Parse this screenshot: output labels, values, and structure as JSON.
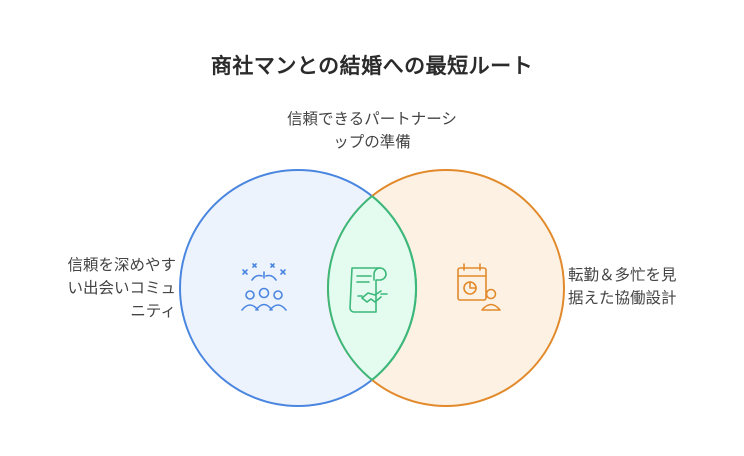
{
  "title": "商社マンとの結婚への最短ルート",
  "center": {
    "lines": [
      "信頼できるパートナーシ",
      "ップの準備"
    ],
    "icon": "certificate-handshake-icon",
    "color": "#3db87a"
  },
  "left": {
    "lines": [
      "信頼を深めやす",
      "い出会いコミュ",
      "ニティ"
    ],
    "icon": "community-people-icon",
    "color": "#4a86e0"
  },
  "right": {
    "lines": [
      "転勤＆多忙を見",
      "据えた協働設計"
    ],
    "icon": "calendar-chart-person-icon",
    "color": "#e28a2b"
  }
}
